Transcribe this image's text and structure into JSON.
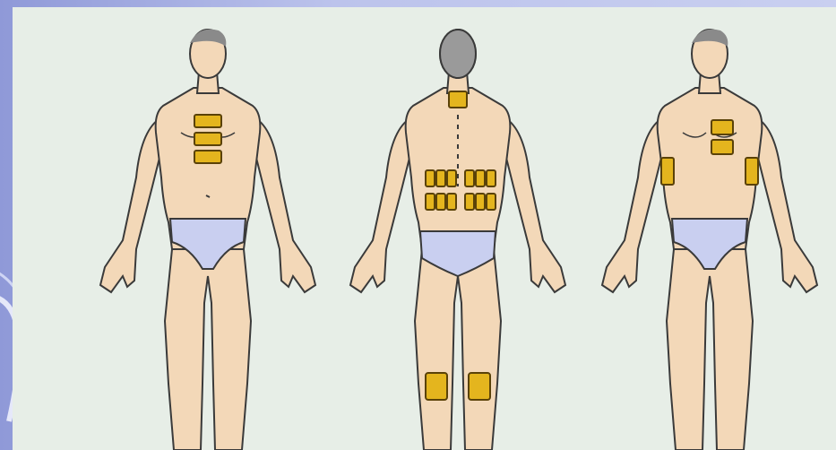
{
  "figure": {
    "views": [
      {
        "view": "front",
        "patches": "chest-column"
      },
      {
        "view": "back",
        "patches": "neck-back-knees"
      },
      {
        "view": "front",
        "patches": "chest-sides"
      }
    ]
  },
  "colors": {
    "background_gradient_left": "#8f99d8",
    "background_gradient_right": "#c9cff0",
    "panel": "#e7eee7",
    "skin": "#f3d8b8",
    "outline": "#3a3a3a",
    "hair": "#8a8a8a",
    "briefs": "#c9cff0",
    "patch_fill": "#e4b51e",
    "patch_edge": "#5a4208"
  }
}
